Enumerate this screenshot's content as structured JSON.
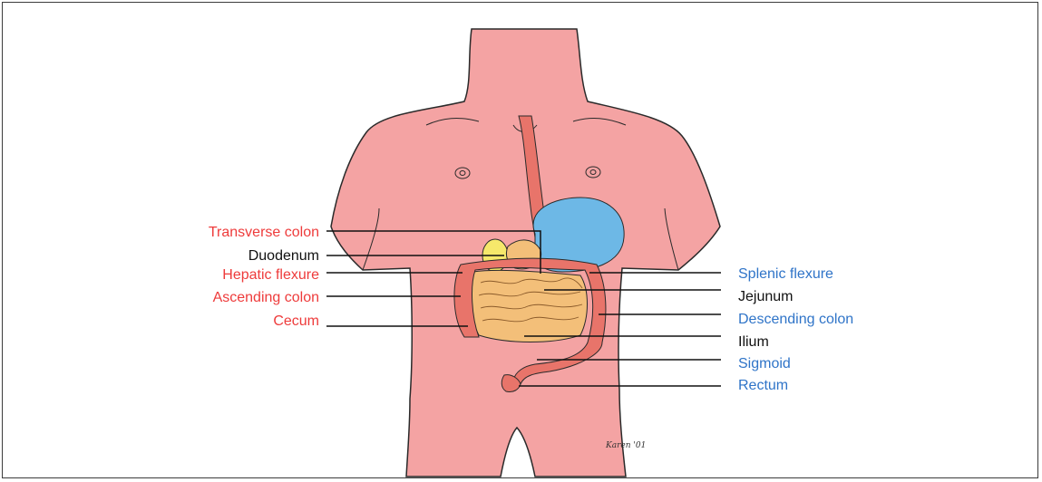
{
  "diagram": {
    "colors": {
      "red_label": "#ee3b3b",
      "black_label": "#111111",
      "blue_label": "#2f74c8",
      "skin": "#f4a3a3",
      "stomach": "#6db8e6",
      "intestine": "#f3bf79",
      "colon": "#e8746a",
      "gallbladder": "#f6e86b"
    },
    "labels_left": [
      {
        "text": "Transverse colon",
        "color": "#ee3b3b"
      },
      {
        "text": "Duodenum",
        "color": "#111111"
      },
      {
        "text": "Hepatic flexure",
        "color": "#ee3b3b"
      },
      {
        "text": "Ascending colon",
        "color": "#ee3b3b"
      },
      {
        "text": "Cecum",
        "color": "#ee3b3b"
      }
    ],
    "labels_right": [
      {
        "text": "Splenic flexure",
        "color": "#2f74c8"
      },
      {
        "text": "Jejunum",
        "color": "#111111"
      },
      {
        "text": "Descending colon",
        "color": "#2f74c8"
      },
      {
        "text": "Ilium",
        "color": "#111111"
      },
      {
        "text": "Sigmoid",
        "color": "#2f74c8"
      },
      {
        "text": "Rectum",
        "color": "#2f74c8"
      }
    ],
    "signature": "Karen '01"
  }
}
